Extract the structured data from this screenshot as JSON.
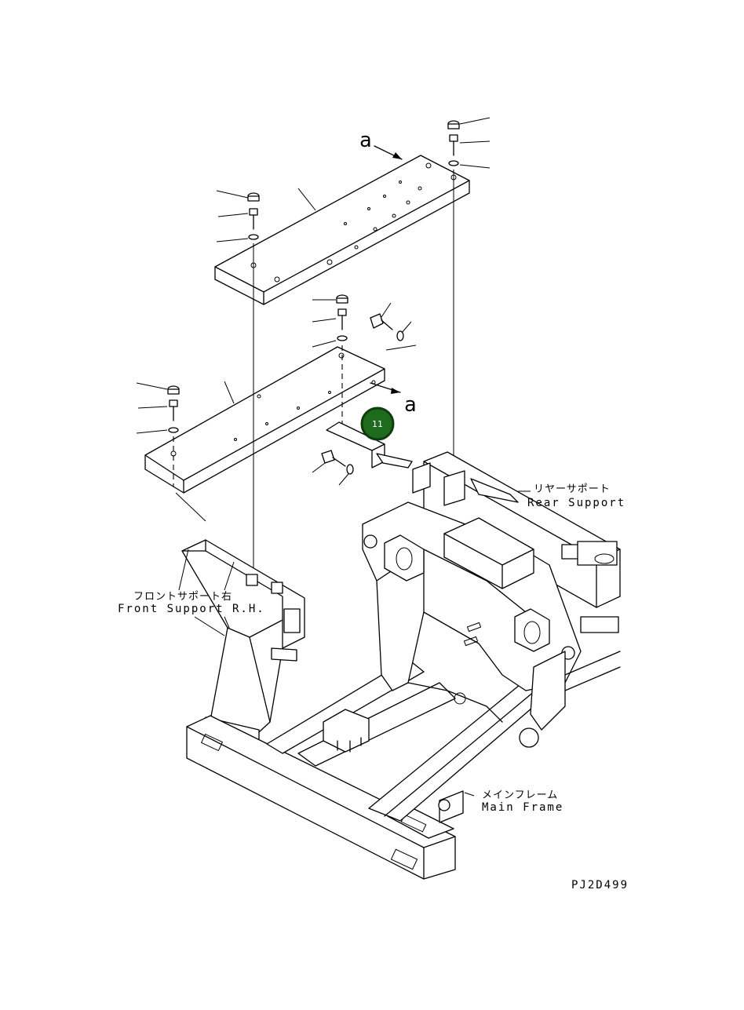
{
  "drawing": {
    "code": "PJ2D499",
    "view_letter": "a",
    "callout": {
      "number": "11",
      "color": "#1e6b1e",
      "ring": "#0d3d0d"
    }
  },
  "labels": {
    "rear_support_jp": "リヤーサポート",
    "rear_support_en": "Rear Support",
    "front_support_jp": "フロントサポート右",
    "front_support_en": "Front Support R.H.",
    "main_frame_jp": "メインフレーム",
    "main_frame_en": "Main Frame"
  }
}
